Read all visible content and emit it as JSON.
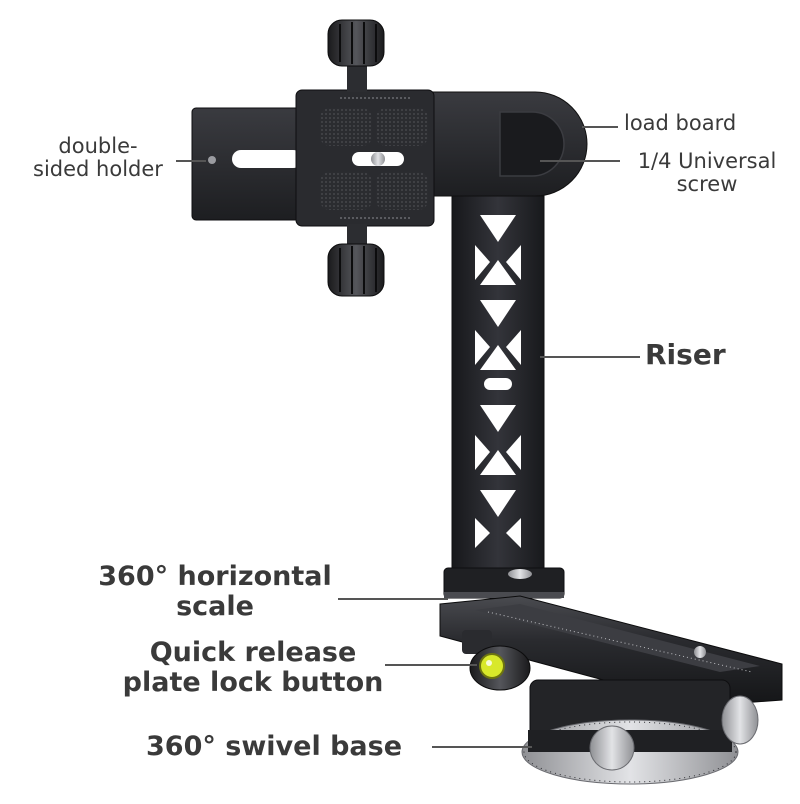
{
  "labels": {
    "double_sided_holder": "double-\nsided holder",
    "load_board": "load board",
    "universal_screw": "1/4 Universal\nscrew",
    "riser": "Riser",
    "horizontal_scale": "360° horizontal\nscale",
    "quick_release": "Quick release\nplate lock button",
    "swivel_base": "360° swivel base"
  },
  "colors": {
    "metal_dark": "#1e1f22",
    "metal_mid": "#2b2c30",
    "metal_light": "#4a4b50",
    "knob_grip": "#2a2a2d",
    "bubble_level": "#d8e82a",
    "label_text": "#3a3a3a"
  }
}
